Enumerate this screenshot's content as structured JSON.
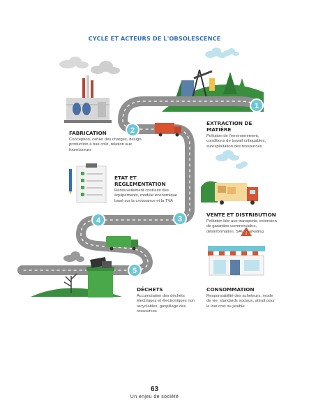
{
  "title": "CYCLE ET ACTEURS DE L'OBSOLESCENCE",
  "stages": [
    {
      "number": "1",
      "heading": "EXTRACTION DE MATIÈRE",
      "text": "Pollution de l'environnement, conditions de travail critiquables, surexploitation des ressources"
    },
    {
      "number": "2",
      "heading": "FABRICATION",
      "text": "Conception, cahier des charges, design, production à bas coût, relation aux fournisseurs"
    },
    {
      "number": "3",
      "heading": "VENTE ET DISTRIBUTION",
      "text": "Pollution liée aux transports, extension de garanties commerciales, désinformation, SAV, marketing"
    },
    {
      "number": "4",
      "heading": "ETAT ET REGLEMENTATION",
      "text": "Renouvellement contraint des équipements, modèle économique basé sur la croissance et la TVA"
    },
    {
      "number": "5",
      "heading": "DÉCHETS",
      "text": "Accumulation des déchets électriques et électroniques non recyclables, gaspillage des ressources"
    },
    {
      "number": "",
      "heading": "CONSOMMATION",
      "text": "Responsabilité des acheteurs, mode de vie, standards sociaux, attrait pour le low cost ou jetable"
    }
  ],
  "footer": {
    "page_number": "63",
    "book_title": "Un enjeu de société"
  },
  "colors": {
    "title": "#2f6fb4",
    "road": "#8f8f8f",
    "badge": "#6bc6d6",
    "hill": "#3a8f3f",
    "truck_red": "#d9532f",
    "truck_green": "#4aa84b"
  }
}
